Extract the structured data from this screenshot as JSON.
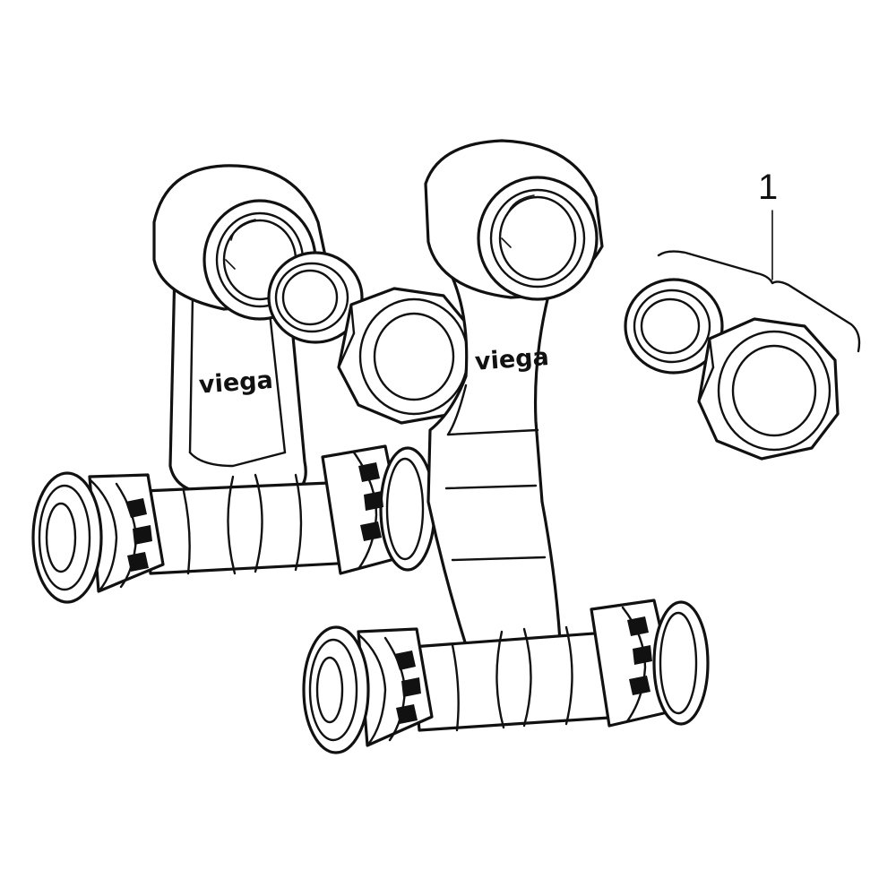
{
  "brand_label_left": "viega",
  "brand_label_right": "viega",
  "callout_number": "1",
  "colors": {
    "line": "#111111",
    "background": "#ffffff"
  }
}
